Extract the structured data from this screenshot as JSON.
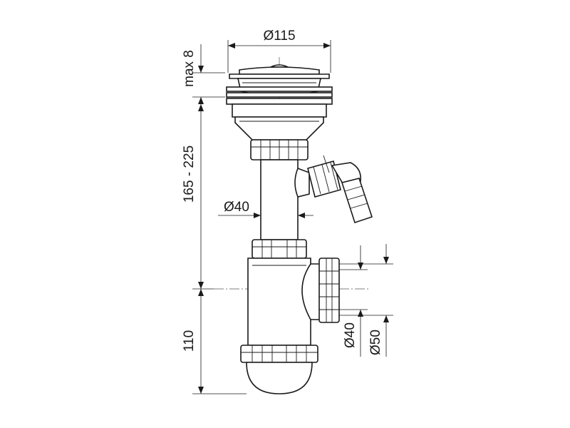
{
  "dimensions": {
    "top_diameter": "Ø115",
    "flange_height": "max 8",
    "pipe_length": "165 - 225",
    "pipe_diameter": "Ø40",
    "trap_height": "110",
    "outlet_diameter_small": "Ø40",
    "outlet_diameter_large": "Ø50"
  },
  "colors": {
    "line": "#1a1a1a",
    "background": "#ffffff"
  }
}
